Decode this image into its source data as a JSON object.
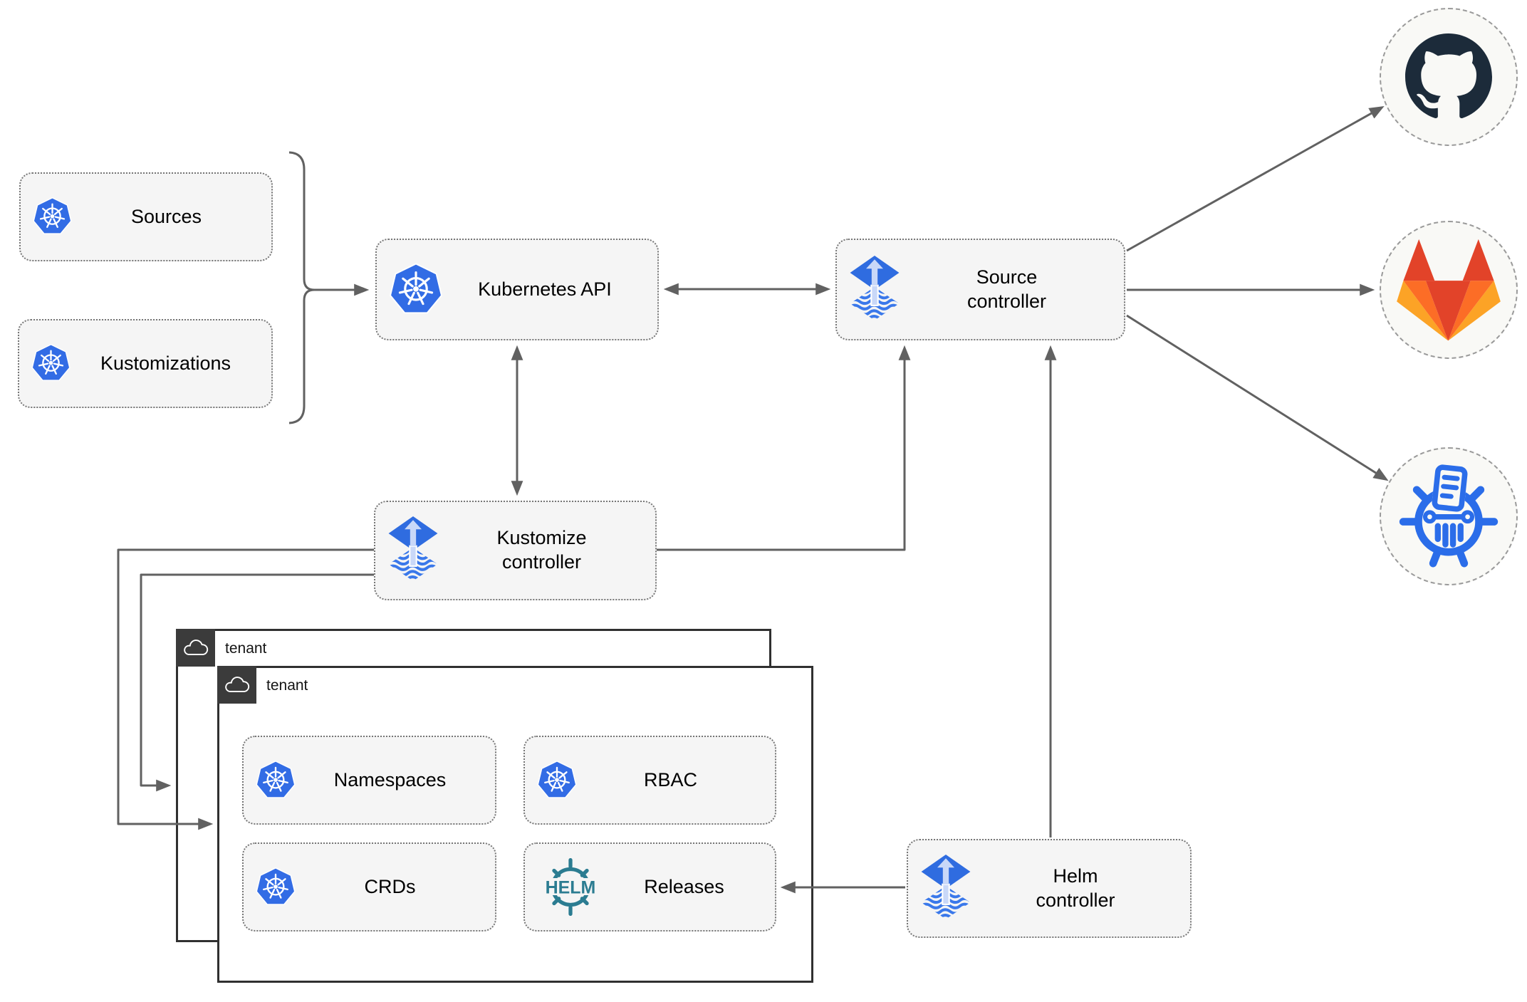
{
  "nodes": {
    "sources": {
      "label": "Sources"
    },
    "kustomizations": {
      "label": "Kustomizations"
    },
    "kubernetes_api": {
      "label": "Kubernetes API"
    },
    "source_controller": {
      "label": "Source controller"
    },
    "kustomize_controller": {
      "label": "Kustomize controller"
    },
    "helm_controller": {
      "label": "Helm controller"
    },
    "namespaces": {
      "label": "Namespaces"
    },
    "rbac": {
      "label": "RBAC"
    },
    "crds": {
      "label": "CRDs"
    },
    "releases": {
      "label": "Releases"
    }
  },
  "tenants": [
    {
      "label": "tenant"
    },
    {
      "label": "tenant"
    }
  ],
  "icons": {
    "helm_wordmark": "HELM",
    "kubernetes": "kubernetes-wheel",
    "flux": "flux-diamond-arrow",
    "cloud": "cloud",
    "github": "github-octocat",
    "gitlab": "gitlab-tanuki",
    "chartmuseum": "chartmuseum-wheel"
  },
  "colors": {
    "kubernetes_blue": "#326ce5",
    "flux_blue": "#2f6ce0",
    "flux_light_arrow": "#c9d8f8",
    "flux_wave_blue": "#3a78ea",
    "helm_teal": "#2b7c91",
    "chartmuseum_blue": "#2b6de9",
    "github_dark": "#1c2b3a",
    "gitlab_red_orange": "#e24329",
    "gitlab_orange": "#fc6d26",
    "gitlab_amber": "#fca326",
    "connector_gray": "#616161",
    "node_fill": "#f5f5f5",
    "tenant_header_dark": "#3b3b3b"
  },
  "connections": [
    {
      "from": "sources/kustomizations",
      "to": "kubernetes_api",
      "style": "arrow"
    },
    {
      "from": "kubernetes_api",
      "to": "source_controller",
      "style": "double-arrow"
    },
    {
      "from": "kubernetes_api",
      "to": "kustomize_controller",
      "style": "double-arrow"
    },
    {
      "from": "kustomize_controller",
      "to": "source_controller",
      "style": "arrow"
    },
    {
      "from": "kustomize_controller",
      "to": "tenant_front",
      "style": "arrow"
    },
    {
      "from": "kustomize_controller",
      "to": "tenant_back",
      "style": "arrow"
    },
    {
      "from": "helm_controller",
      "to": "source_controller",
      "style": "arrow"
    },
    {
      "from": "helm_controller",
      "to": "releases",
      "style": "arrow"
    },
    {
      "from": "source_controller",
      "to": "github",
      "style": "arrow"
    },
    {
      "from": "source_controller",
      "to": "gitlab",
      "style": "arrow"
    },
    {
      "from": "source_controller",
      "to": "chartmuseum",
      "style": "arrow"
    }
  ]
}
